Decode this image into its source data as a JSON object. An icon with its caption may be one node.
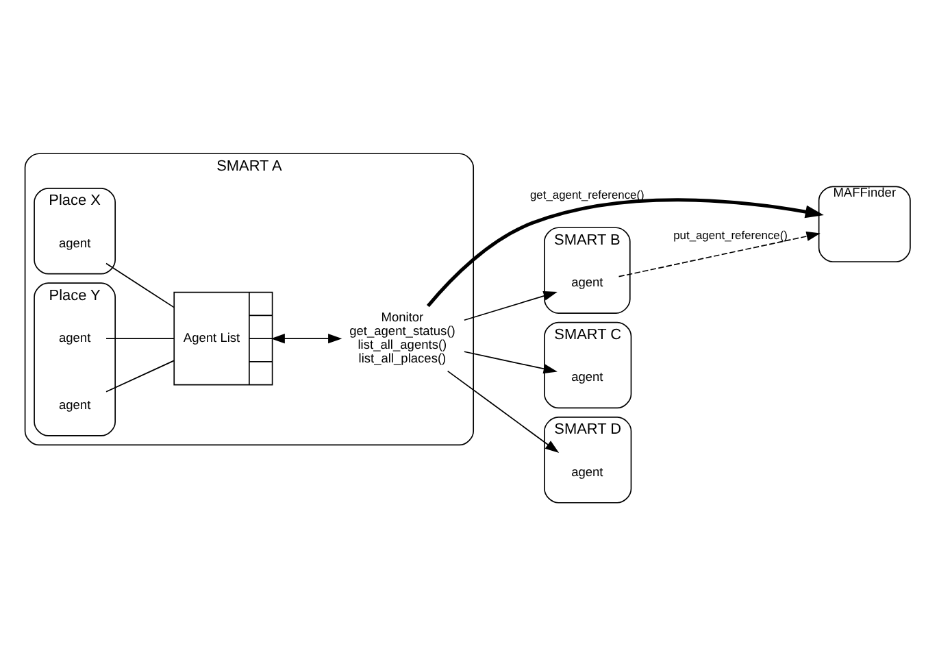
{
  "diagram": {
    "nodes": [
      {
        "text": [
          "SMART A"
        ]
      },
      {
        "text": [
          "Monitor",
          "get_agent_status()",
          "list_all_agents()",
          "list_all_places()"
        ],
        "in": 0
      },
      {
        "text": [
          "Agent List"
        ],
        "in": 0
      },
      {
        "text": [
          "Place X"
        ],
        "in": 0
      },
      {
        "text": [
          "agent"
        ],
        "in": 3
      },
      {
        "text": [
          "Place Y"
        ],
        "in": 0
      },
      {
        "text": [
          "agent"
        ],
        "in": 5
      },
      {
        "text": [
          "agent"
        ],
        "in": 5
      },
      {
        "text": [
          "MAFFinder"
        ]
      },
      {
        "text": [
          "SMART B"
        ]
      },
      {
        "text": [
          "agent"
        ],
        "in": 9
      },
      {
        "text": [
          "SMART C"
        ]
      },
      {
        "text": [
          "agent"
        ],
        "in": 11
      },
      {
        "text": [
          "SMART D"
        ]
      },
      {
        "text": [
          "agent"
        ],
        "in": 13
      }
    ],
    "edges": [
      {
        "from": 1,
        "to": 8,
        "arrow": "to",
        "label": "get_agent_reference()",
        "style": "thick"
      },
      {
        "from": 10,
        "to": 8,
        "arrow": "to",
        "label": "put_agent_reference()",
        "style": "dashed"
      },
      {
        "from": 1,
        "to": 10,
        "arrow": "to"
      },
      {
        "from": 1,
        "to": 12,
        "arrow": "to"
      },
      {
        "from": 1,
        "to": 14,
        "arrow": "to"
      },
      {
        "from": 2,
        "to": 1,
        "arrow": "both"
      },
      {
        "from": 4,
        "to": 2,
        "arrow": "none"
      },
      {
        "from": 6,
        "to": 2,
        "arrow": "none"
      },
      {
        "from": 7,
        "to": 2,
        "arrow": "none"
      }
    ]
  }
}
